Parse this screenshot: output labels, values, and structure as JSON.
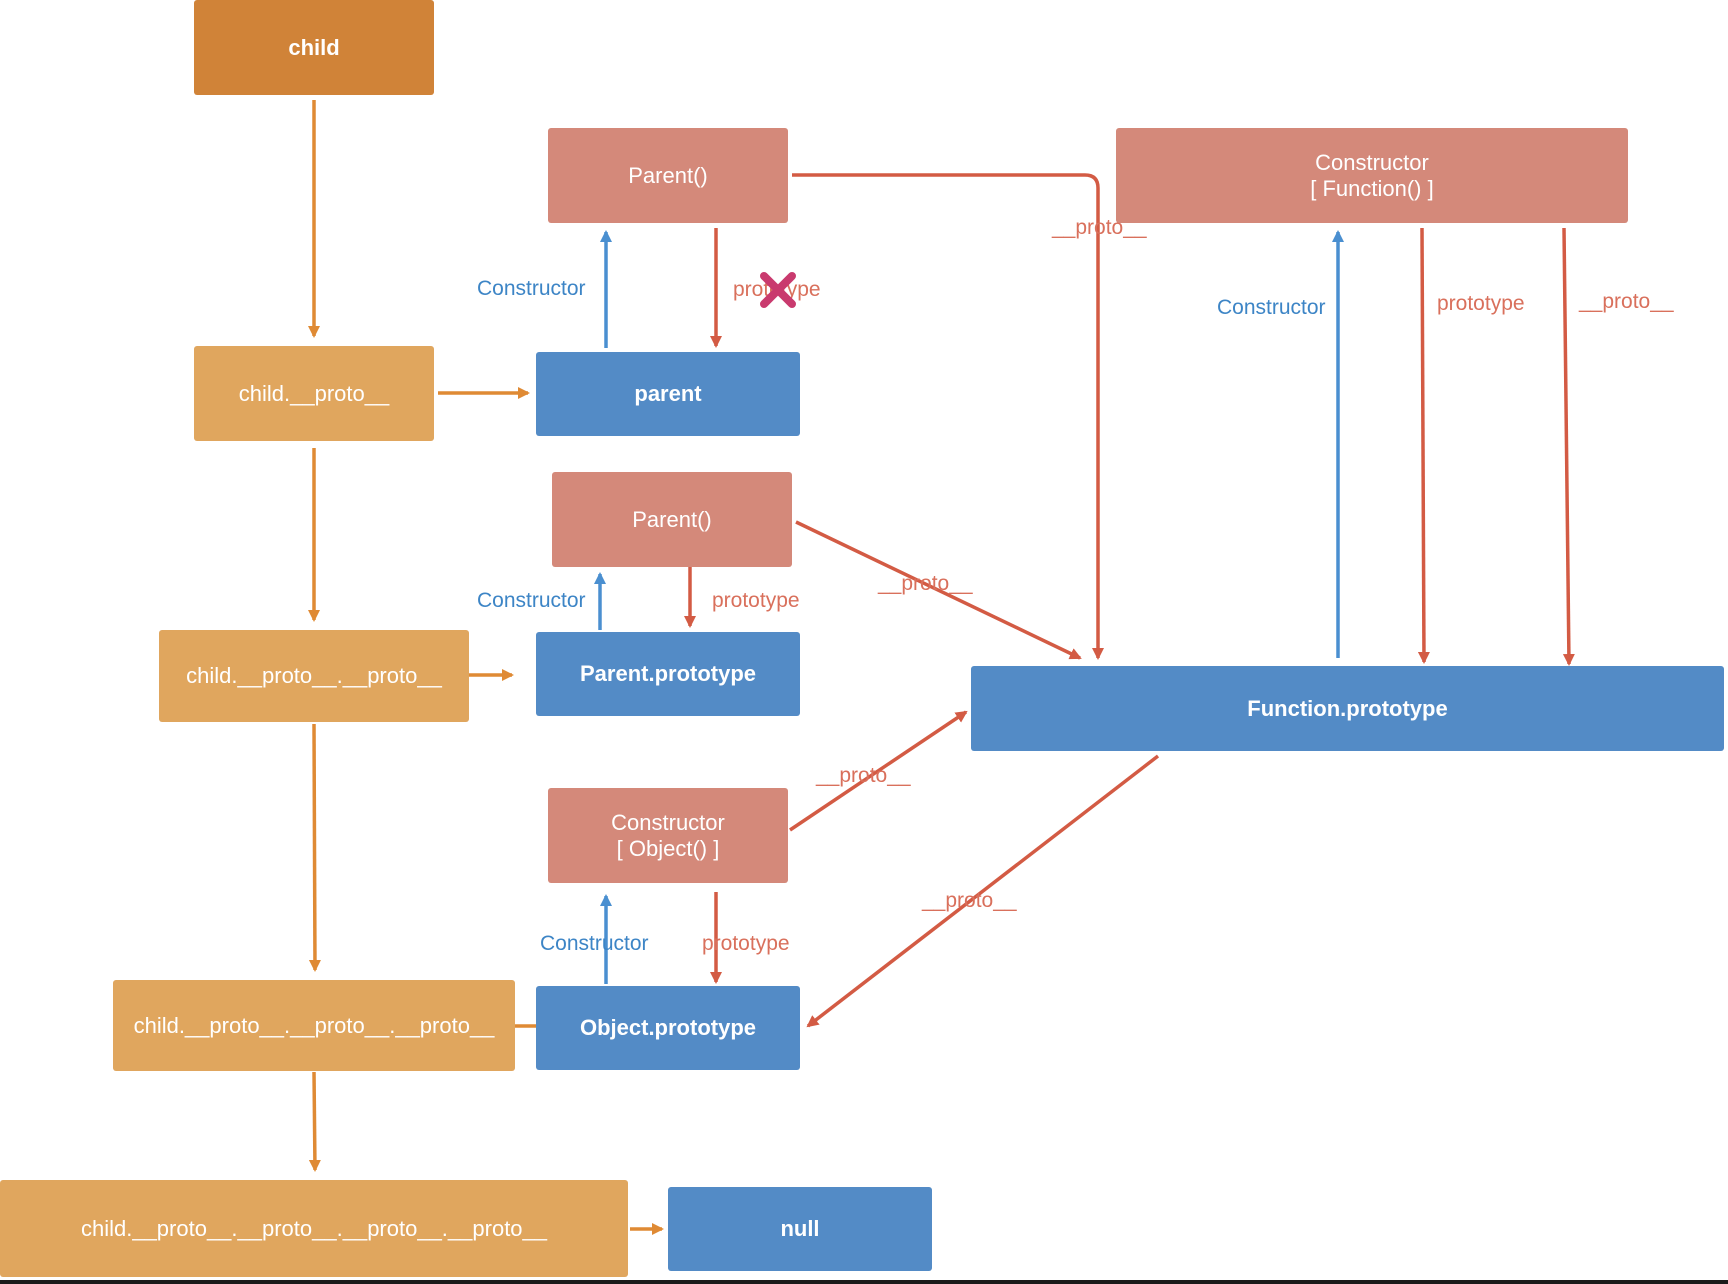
{
  "nodes": {
    "child": "child",
    "child_proto": "child.__proto__",
    "child_proto2": "child.__proto__.__proto__",
    "child_proto3": "child.__proto__.__proto__.__proto__",
    "child_proto4": "child.__proto__.__proto__.__proto__.__proto__",
    "parent_ctor_top": "Parent()",
    "parent_obj": "parent",
    "parent_ctor_mid": "Parent()",
    "parent_prototype": "Parent.prototype",
    "object_ctor": "Constructor\n[ Object() ]",
    "object_prototype": "Object.prototype",
    "null_node": "null",
    "function_ctor": "Constructor\n[ Function() ]",
    "function_prototype": "Function.prototype"
  },
  "edge_labels": {
    "constructor_parent_top": "Constructor",
    "prototype_parent_top": "prototype",
    "proto_parent_top_to_fp": "__proto__",
    "constructor_fp": "Constructor",
    "prototype_fp": "prototype",
    "proto_fc_to_fp": "__proto__",
    "constructor_parent_mid": "Constructor",
    "prototype_parent_mid": "prototype",
    "proto_parent_mid_to_fp": "__proto__",
    "proto_object_ctor_to_fp": "__proto__",
    "constructor_object": "Constructor",
    "prototype_object": "prototype",
    "proto_fp_to_object": "__proto__"
  },
  "icons": {
    "invalid_marker": "cross-icon"
  },
  "colors": {
    "dark_orange": "#d08338",
    "orange": "#e0a65e",
    "salmon": "#d4897a",
    "blue": "#538bc6",
    "arrow_orange": "#df8a34",
    "arrow_red": "#d35b44",
    "arrow_blue": "#4a8fd0",
    "cross": "#c93a6e"
  }
}
